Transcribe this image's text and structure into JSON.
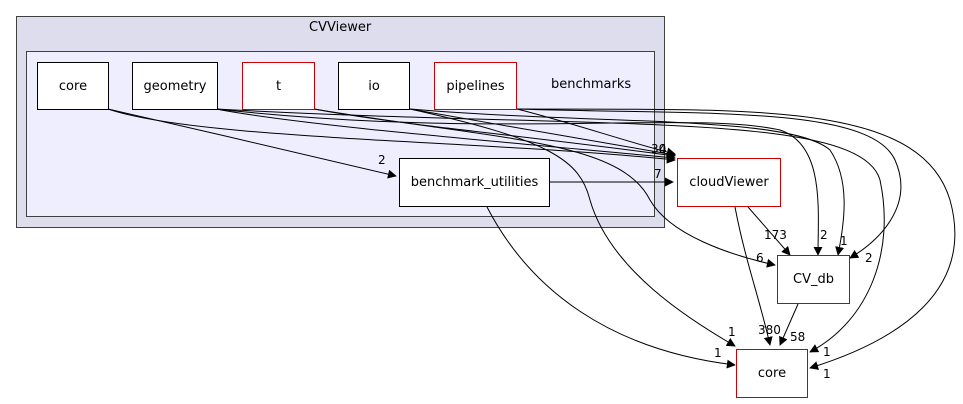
{
  "clusters": {
    "outer_label": "CVViewer",
    "inner_label": "benchmarks"
  },
  "nodes": {
    "core_inner": "core",
    "geometry": "geometry",
    "t": "t",
    "io": "io",
    "pipelines": "pipelines",
    "benchmark_utilities": "benchmark_utilities",
    "cloudviewer": "cloudViewer",
    "cv_db": "CV_db",
    "core_outer": "core"
  },
  "edge_labels": {
    "core_to_benchmark_utilities": "2",
    "pipelines_to_cloudviewer": "30",
    "geometry_to_cloudviewer": "4",
    "benchmark_utilities_to_cloudviewer": "7",
    "cloudviewer_to_cv_db": "173",
    "pipelines_to_cv_db": "2",
    "io_to_cv_db": "1",
    "t_to_cv_db": "6",
    "pipelines_to_cv_db_right": "2",
    "cloudviewer_to_core": "380",
    "cv_db_to_core": "58",
    "benchmark_utilities_to_core_a": "1",
    "benchmark_utilities_to_core_b": "1",
    "pipelines_to_core_a": "1",
    "pipelines_to_core_b": "1"
  },
  "colors": {
    "outer_cluster_fill": "#dddded",
    "inner_cluster_fill": "#eeeeff",
    "external_node_border": "#cc0000",
    "edge": "#000000"
  }
}
